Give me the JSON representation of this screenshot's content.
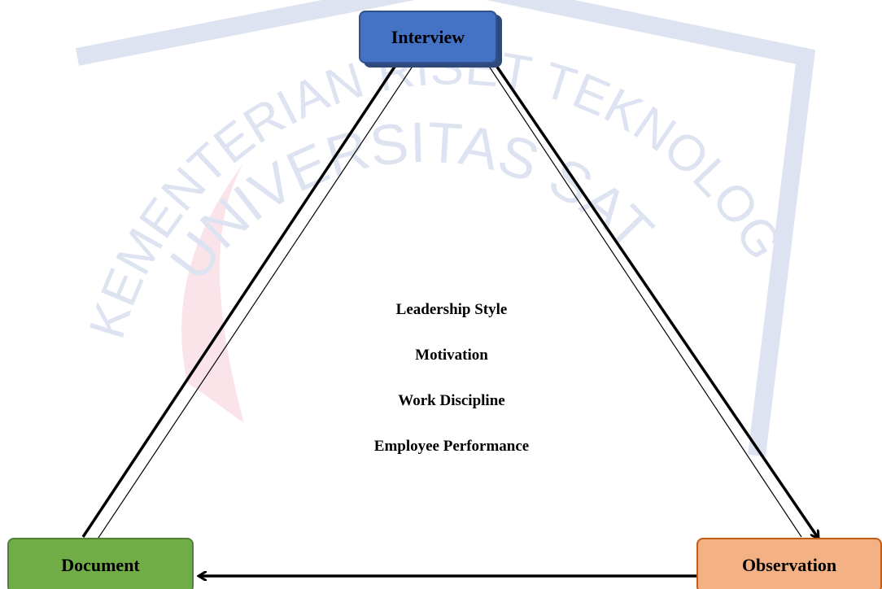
{
  "nodes": {
    "interview": "Interview",
    "document": "Document",
    "observation": "Observation"
  },
  "center_items": [
    "Leadership Style",
    "Motivation",
    "Work Discipline",
    "Employee Performance"
  ],
  "watermark": {
    "arc_outer": "KEMENTERIAN RISET TEKNOLOGI DAN PENDIDIKAN TINGGI",
    "arc_inner": "UNIVERSITAS SATYA"
  },
  "colors": {
    "interview": "#4472c4",
    "document": "#70ad47",
    "observation": "#f4b183",
    "arrow": "#000000",
    "watermark": "#dde3f0"
  }
}
